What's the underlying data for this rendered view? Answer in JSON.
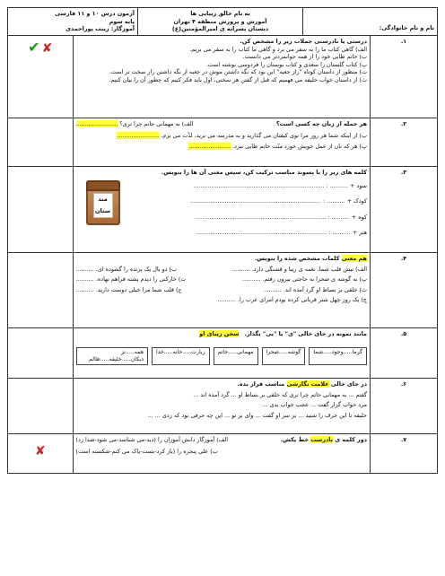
{
  "header": {
    "right_top": "نام و نام خانوادگی:",
    "center": [
      "به نام خالق زیبایی ها",
      "آموزش و پرورش منطقه ۴ تهران",
      "دبستان پسرانه ی امیرالمؤمنین(ع)"
    ],
    "left": [
      "آزمون درس ۱۰ و ۱۱ فارسی",
      "پایه سوم",
      "آموزگار: زینب پوراحمدی"
    ]
  },
  "q1": {
    "num": "۱.",
    "title": "درستی یا نادرستی جملات زیر را مشخص کن.",
    "items": [
      "الف) گاهی کتاب ما را به سفر می برد و گاهی ما کتاب را به سفر می بریم.",
      "ب) حاتم طایی خود را از همه جوانمردتر می دانست.",
      "پ) کتاب گلستان را سعدی و کتاب بوستان را فردوسی نوشته است.",
      "ت) منظور از داستان کوتاه \"راز جعبه\" این بود که نگه داشتن موش در جعبه از نگه داشتن راز سخت تر است.",
      "ث) از داستان خواب خلیفه می فهمیم که قبل از گفتن هر سخنی، اول باید فکر کنیم که چطور آن را بیان کنیم."
    ]
  },
  "q2": {
    "num": "۲.",
    "title": "هر جمله از زبان چه کسی است؟",
    "a": "الف) به مهمانی حاتم چرا نری؟",
    "b": "ب) از اینکه شما هر روز مرا توی کیفتان می گذارید و به مدرسه می برید، لذّت می برم.",
    "c": "پ) هر که نان از عمل خویش خورد     منّت حاتم طایی نبرد.",
    "blank": "......................."
  },
  "q3": {
    "num": "۳.",
    "title": "کلمه های زیر را با پسوند مناسب ترکیب کن، سپس معنی آن ها را بنویس.",
    "words": [
      "سود +",
      "کودک +",
      "کوه +",
      "هنر +"
    ],
    "blank": ".......... : ........................................................................",
    "suffixes": [
      "مند",
      "ستان"
    ]
  },
  "q4": {
    "num": "۴.",
    "title_hl": "هم معنی",
    "title_rest": "کلمات مشخص شده را بنویس.",
    "items": [
      "الف) تیش قلب شما، نغمه ی زیبا و قشنگی دارد. ..........",
      "ب) دو بال یک پرنده را گشوده ای. ..........",
      "پ) به گوشه ی صحرا به حاجتی بیرون رفتم. ..........",
      "ت) خارکنی را دیدم پشته فراهم نهاده. ..........",
      "ث) خلقی بر بساط او گرد آمده اند. ..........",
      "ج) قلب شما مرا خیلی دوست دارید. ..........",
      "چ) یک روز چهل شتر قربانی کرده بودم امرای عرب را. .........."
    ]
  },
  "q5": {
    "num": "۵.",
    "title": "مانند نمونه در جای خالی \"ی\" یا \"یی\" بگذار.",
    "example": "سخن زیبای او",
    "boxes": [
      "گرما.....وجود.....شما",
      "گوشه.....صحرا",
      "مهمانی.....حاتم",
      "زیارت.....خانه.....خدا",
      "همه.....نز دیکان.....خلیفه.....ظالم"
    ]
  },
  "q6": {
    "num": "۶.",
    "title_pre": "در جای خالی",
    "title_hl": "علامت نگارشی",
    "title_post": "مناسب قرار بده.",
    "items": [
      "گفتم ... به مهمانی حاتم چرا نری که خلقی بر بساط او ... گرد آمده اند ...",
      "مرد خواب گزار گفت ... عجب خواب بدی ...",
      "خلیفه تا این حرف را شنید ... بر سر او گفت ... وای بر تو ... این چه حرفی بود که زدی ... ..."
    ]
  },
  "q7": {
    "num": "۷.",
    "title_pre": "دور کلمه ی",
    "title_hl": "نادرست",
    "title_post": "خط بکش.",
    "a": "الف) آموزگار دانش آموزان را (دید-می شناسد-می شود-صدا زد)",
    "b": "ب) علی پنجره را (باز کرد-بست-پاک می کنم-شکسته است)"
  },
  "marks": {
    "tick": "✔",
    "cross": "✘"
  }
}
